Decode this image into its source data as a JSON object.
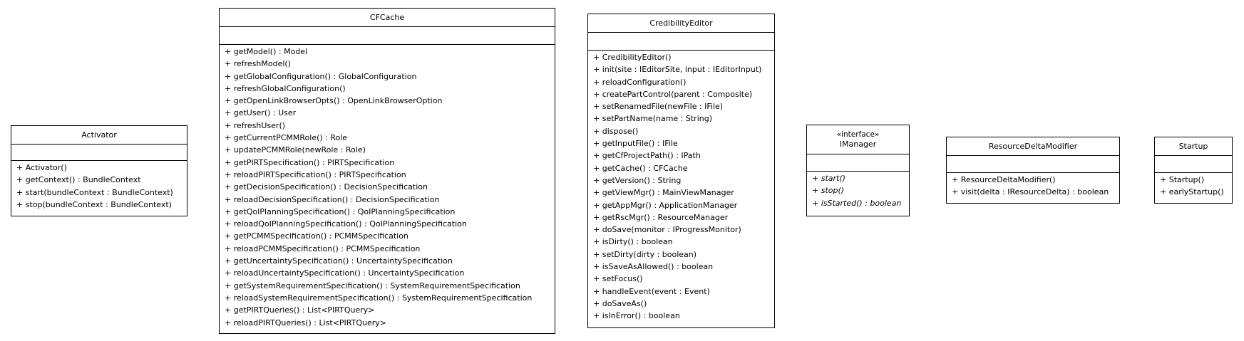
{
  "classes": [
    {
      "name": "Activator",
      "operations": [
        {
          "text": "+ Activator()",
          "abstract": false
        },
        {
          "text": "+ getContext() : BundleContext",
          "abstract": false
        },
        {
          "text": "+ start(bundleContext : BundleContext)",
          "abstract": false
        },
        {
          "text": "+ stop(bundleContext : BundleContext)",
          "abstract": false
        }
      ]
    },
    {
      "name": "CFCache",
      "operations": [
        {
          "text": "+ getModel() : Model",
          "abstract": false
        },
        {
          "text": "+ refreshModel()",
          "abstract": false
        },
        {
          "text": "+ getGlobalConfiguration() : GlobalConfiguration",
          "abstract": false
        },
        {
          "text": "+ refreshGlobalConfiguration()",
          "abstract": false
        },
        {
          "text": "+ getOpenLinkBrowserOpts() : OpenLinkBrowserOption",
          "abstract": false
        },
        {
          "text": "+ getUser() : User",
          "abstract": false
        },
        {
          "text": "+ refreshUser()",
          "abstract": false
        },
        {
          "text": "+ getCurrentPCMMRole() : Role",
          "abstract": false
        },
        {
          "text": "+ updatePCMMRole(newRole : Role)",
          "abstract": false
        },
        {
          "text": "+ getPIRTSpecification() : PIRTSpecification",
          "abstract": false
        },
        {
          "text": "+ reloadPIRTSpecification() : PIRTSpecification",
          "abstract": false
        },
        {
          "text": "+ getDecisionSpecification() : DecisionSpecification",
          "abstract": false
        },
        {
          "text": "+ reloadDecisionSpecification() : DecisionSpecification",
          "abstract": false
        },
        {
          "text": "+ getQoIPlanningSpecification() : QoIPlanningSpecification",
          "abstract": false
        },
        {
          "text": "+ reloadQoIPlanningSpecification() : QoIPlanningSpecification",
          "abstract": false
        },
        {
          "text": "+ getPCMMSpecification() : PCMMSpecification",
          "abstract": false
        },
        {
          "text": "+ reloadPCMMSpecification() : PCMMSpecification",
          "abstract": false
        },
        {
          "text": "+ getUncertaintySpecification() : UncertaintySpecification",
          "abstract": false
        },
        {
          "text": "+ reloadUncertaintySpecification() : UncertaintySpecification",
          "abstract": false
        },
        {
          "text": "+ getSystemRequirementSpecification() : SystemRequirementSpecification",
          "abstract": false
        },
        {
          "text": "+ reloadSystemRequirementSpecification() : SystemRequirementSpecification",
          "abstract": false
        },
        {
          "text": "+ getPIRTQueries() : List<PIRTQuery>",
          "abstract": false
        },
        {
          "text": "+ reloadPIRTQueries() : List<PIRTQuery>",
          "abstract": false
        }
      ]
    },
    {
      "name": "CredibilityEditor",
      "operations": [
        {
          "text": "+ CredibilityEditor()",
          "abstract": false
        },
        {
          "text": "+ init(site : IEditorSite, input : IEditorInput)",
          "abstract": false
        },
        {
          "text": "+ reloadConfiguration()",
          "abstract": false
        },
        {
          "text": "+ createPartControl(parent : Composite)",
          "abstract": false
        },
        {
          "text": "+ setRenamedFile(newFile : IFile)",
          "abstract": false
        },
        {
          "text": "+ setPartName(name : String)",
          "abstract": false
        },
        {
          "text": "+ dispose()",
          "abstract": false
        },
        {
          "text": "+ getInputFile() : IFile",
          "abstract": false
        },
        {
          "text": "+ getCfProjectPath() : IPath",
          "abstract": false
        },
        {
          "text": "+ getCache() : CFCache",
          "abstract": false
        },
        {
          "text": "+ getVersion() : String",
          "abstract": false
        },
        {
          "text": "+ getViewMgr() : MainViewManager",
          "abstract": false
        },
        {
          "text": "+ getAppMgr() : ApplicationManager",
          "abstract": false
        },
        {
          "text": "+ getRscMgr() : ResourceManager",
          "abstract": false
        },
        {
          "text": "+ doSave(monitor : IProgressMonitor)",
          "abstract": false
        },
        {
          "text": "+ isDirty() : boolean",
          "abstract": false
        },
        {
          "text": "+ setDirty(dirty : boolean)",
          "abstract": false
        },
        {
          "text": "+ isSaveAsAllowed() : boolean",
          "abstract": false
        },
        {
          "text": "+ setFocus()",
          "abstract": false
        },
        {
          "text": "+ handleEvent(event : Event)",
          "abstract": false
        },
        {
          "text": "+ doSaveAs()",
          "abstract": false
        },
        {
          "text": "+ isInError() : boolean",
          "abstract": false
        }
      ]
    },
    {
      "name": "IManager",
      "stereotype": "«interface»",
      "operations": [
        {
          "text": "+ start()",
          "abstract": true
        },
        {
          "text": "+ stop()",
          "abstract": true
        },
        {
          "text": "+ isStarted() : boolean",
          "abstract": true
        }
      ]
    },
    {
      "name": "ResourceDeltaModifier",
      "operations": [
        {
          "text": "+ ResourceDeltaModifier()",
          "abstract": false
        },
        {
          "text": "+ visit(delta : IResourceDelta) : boolean",
          "abstract": false
        }
      ]
    },
    {
      "name": "Startup",
      "operations": [
        {
          "text": "+ Startup()",
          "abstract": false
        },
        {
          "text": "+ earlyStartup()",
          "abstract": false
        }
      ]
    }
  ]
}
